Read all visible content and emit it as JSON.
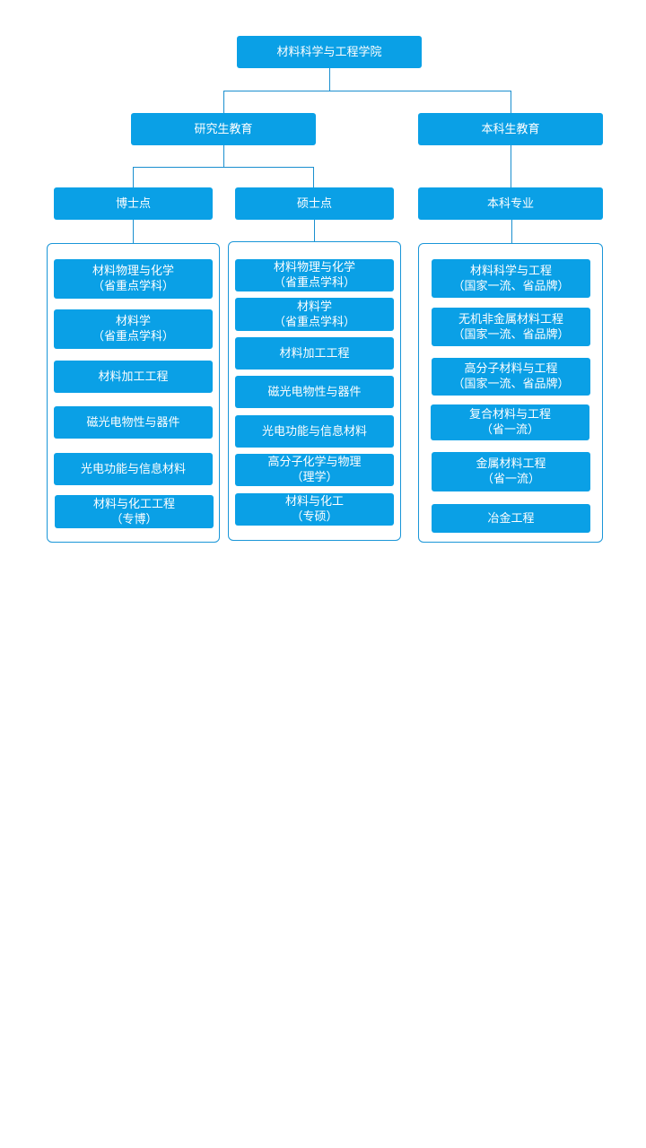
{
  "root": "材料科学与工程学院",
  "graduate": {
    "label": "研究生教育",
    "doctoral": {
      "label": "博士点",
      "items": [
        "材料物理与化学\n（省重点学科）",
        "材料学\n（省重点学科）",
        "材料加工工程",
        "磁光电物性与器件",
        "光电功能与信息材料",
        "材料与化工工程\n（专博）"
      ]
    },
    "master": {
      "label": "硕士点",
      "items": [
        "材料物理与化学\n（省重点学科）",
        "材料学\n（省重点学科）",
        "材料加工工程",
        "磁光电物性与器件",
        "光电功能与信息材料",
        "高分子化学与物理\n（理学）",
        "材料与化工\n（专硕）"
      ]
    }
  },
  "undergraduate": {
    "label": "本科生教育",
    "majors": {
      "label": "本科专业",
      "items": [
        "材料科学与工程\n（国家一流、省品牌）",
        "无机非金属材料工程\n（国家一流、省品牌）",
        "高分子材料与工程\n（国家一流、省品牌）",
        "复合材料与工程\n（省一流）",
        "金属材料工程\n（省一流）",
        "冶金工程"
      ]
    }
  }
}
